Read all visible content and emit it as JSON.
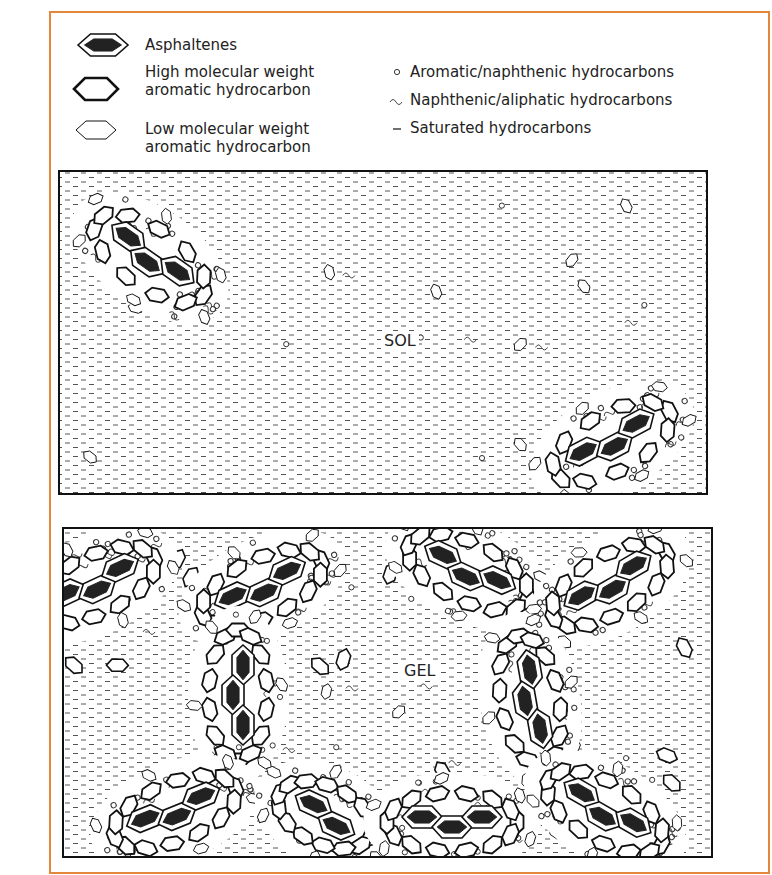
{
  "diagram": {
    "nodes": [
      {
        "text": [
          "SOL"
        ]
      },
      {
        "text": [
          "GEL"
        ]
      }
    ],
    "legend": [
      {
        "text": "Asphaltenes"
      },
      {
        "text": "High molecular weight aromatic hydrocarbon"
      },
      {
        "text": "Low molecular weight aromatic hydrocarbon"
      },
      {
        "text": "Aromatic/naphthenic hydrocarbons"
      },
      {
        "text": "Naphthenic/aliphatic hydrocarbons"
      },
      {
        "text": "Saturated hydrocarbons"
      }
    ]
  }
}
